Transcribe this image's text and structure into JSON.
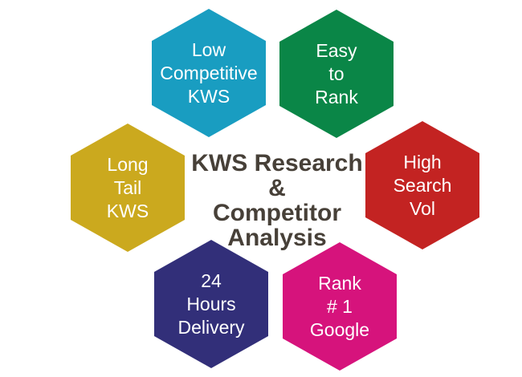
{
  "background_color": "#FFFFFF",
  "title": {
    "lines": [
      "KWS Research",
      "&",
      "Competitor",
      "Analysis"
    ],
    "full_text": "KWS Research & Competitor Analysis",
    "color": "#474038"
  },
  "hexagon_text_color": "#FFFFFF",
  "hexagons": [
    {
      "id": "low-competitive-kws",
      "position": "top-left",
      "lines": [
        "Low",
        "Competitive",
        "KWS"
      ],
      "full_text": "Low Competitive KWS",
      "color": "#199DC1"
    },
    {
      "id": "easy-to-rank",
      "position": "top-right",
      "lines": [
        "Easy",
        "to",
        "Rank"
      ],
      "full_text": "Easy to Rank",
      "color": "#0A8647"
    },
    {
      "id": "long-tail-kws",
      "position": "middle-left",
      "lines": [
        "Long",
        "Tail",
        "KWS"
      ],
      "full_text": "Long Tail KWS",
      "color": "#CBA91E"
    },
    {
      "id": "high-search-vol",
      "position": "middle-right",
      "lines": [
        "High",
        "Search",
        "Vol"
      ],
      "full_text": "High Search Vol",
      "color": "#C32322"
    },
    {
      "id": "24-hours-delivery",
      "position": "bottom-left",
      "lines": [
        "24",
        "Hours",
        "Delivery"
      ],
      "full_text": "24 Hours Delivery",
      "color": "#322F79"
    },
    {
      "id": "rank-1-google",
      "position": "bottom-right",
      "lines": [
        "Rank",
        "# 1",
        "Google"
      ],
      "full_text": "Rank # 1 Google",
      "color": "#D6137C"
    }
  ]
}
